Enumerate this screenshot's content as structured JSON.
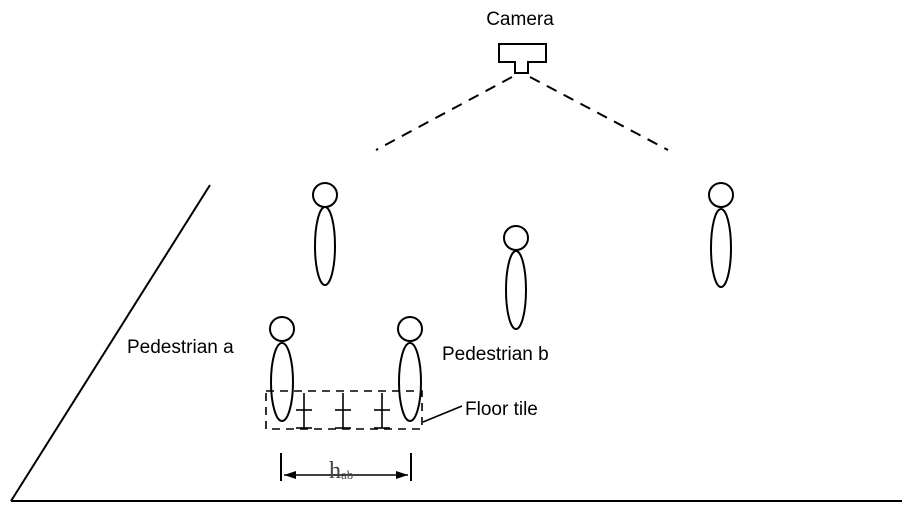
{
  "labels": {
    "camera": "Camera",
    "pedestrian_a": "Pedestrian a",
    "pedestrian_b": "Pedestrian b",
    "floor_tile": "Floor tile",
    "distance_main": "h",
    "distance_sub": "ab"
  },
  "colors": {
    "line": "#000000",
    "background": "#ffffff",
    "dimension_text": "#444444"
  }
}
